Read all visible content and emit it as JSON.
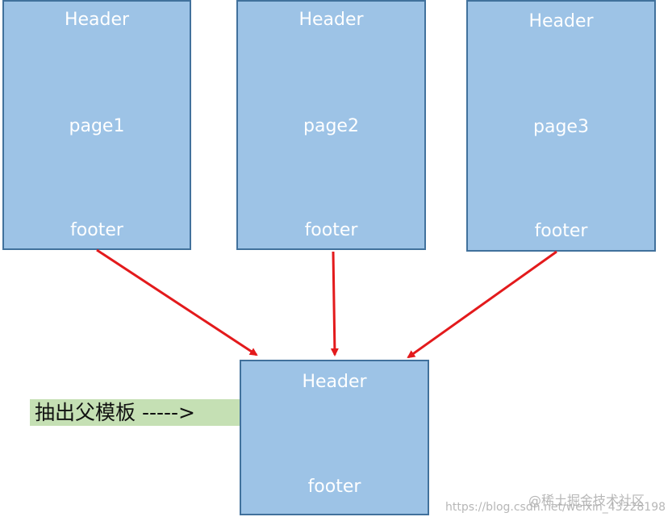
{
  "pages": [
    {
      "header": "Header",
      "content": "page1",
      "footer": "footer"
    },
    {
      "header": "Header",
      "content": "page2",
      "footer": "footer"
    },
    {
      "header": "Header",
      "content": "page3",
      "footer": "footer"
    }
  ],
  "parent": {
    "header": "Header",
    "footer": "footer"
  },
  "label": "抽出父模板 ----->",
  "watermark": {
    "line1": "@稀土掘金技术社区",
    "line2": "https://blog.csdn.net/weixin_43228198"
  },
  "colors": {
    "box_fill": "#9dc3e6",
    "box_border": "#41719c",
    "arrow": "#e31a1c",
    "label_fill": "#c5e0b4"
  }
}
